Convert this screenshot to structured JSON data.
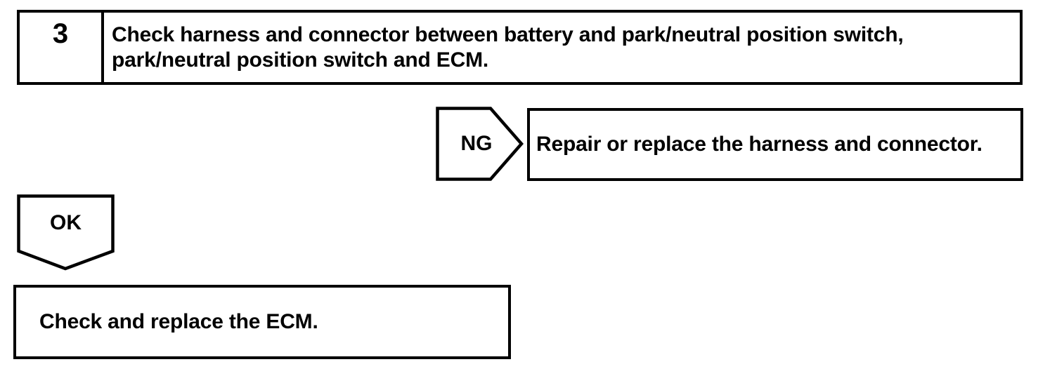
{
  "flowchart": {
    "step": {
      "number": "3",
      "instruction_line1": "Check harness and connector between battery and park/neutral position switch,",
      "instruction_line2": "park/neutral position switch and ECM."
    },
    "ng_branch": {
      "connector_label": "NG",
      "action": "Repair or replace the harness and connector."
    },
    "ok_branch": {
      "connector_label": "OK",
      "action": "Check and replace the ECM."
    },
    "colors": {
      "line": "#000000",
      "background": "#ffffff",
      "text": "#000000"
    }
  }
}
